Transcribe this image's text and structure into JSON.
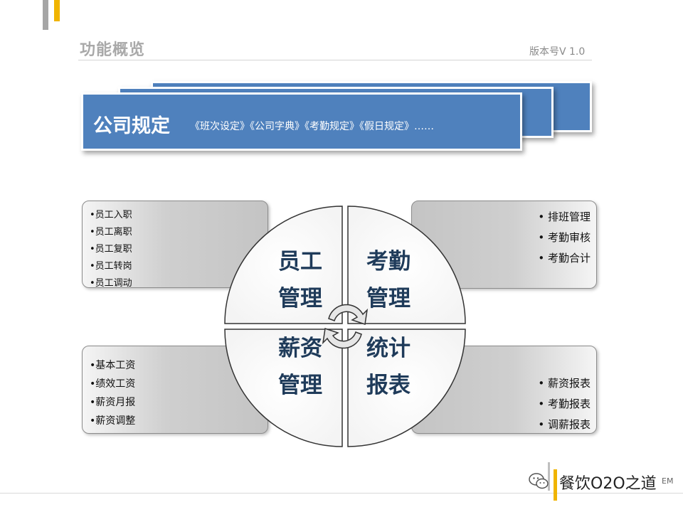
{
  "header": {
    "title": "功能概览",
    "version": "版本号V 1.0"
  },
  "banner": {
    "title": "公司规定",
    "subtitle": "《班次设定》《公司字典》《考勤规定》《假日规定》……"
  },
  "quadrants": {
    "top_left": {
      "line1": "员工",
      "line2": "管理"
    },
    "top_right": {
      "line1": "考勤",
      "line2": "管理"
    },
    "bottom_left": {
      "line1": "薪资",
      "line2": "管理"
    },
    "bottom_right": {
      "line1": "统计",
      "line2": "报表"
    }
  },
  "panels": {
    "top_left": [
      "•员工入职",
      "•员工离职",
      "•员工复职",
      "•员工转岗",
      "•员工调动"
    ],
    "top_right": [
      "• 排班管理",
      "• 考勤审核",
      "• 考勤合计"
    ],
    "bottom_left": [
      "•基本工资",
      "•绩效工资",
      "•薪资月报",
      "•薪资调整"
    ],
    "bottom_right": [
      "• 薪资报表",
      "• 考勤报表",
      "• 调薪报表"
    ]
  },
  "footer": {
    "watermark": "餐饮O2O之道",
    "small_text": "EM"
  },
  "colors": {
    "banner_blue": "#4f81bd",
    "accent_yellow": "#f0b400",
    "label_navy": "#1f3b5a"
  },
  "icons": {
    "cycle": "refresh-arrows-icon",
    "logo": "wechat-icon"
  }
}
